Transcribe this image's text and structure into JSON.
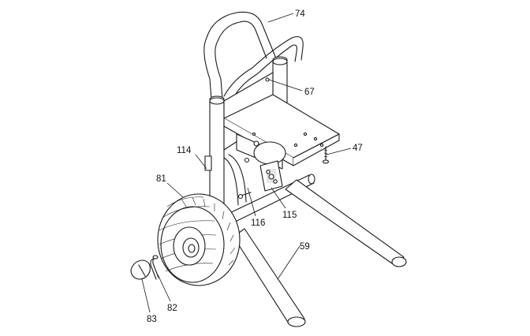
{
  "diagram": {
    "callouts": [
      {
        "id": "74",
        "part": "handle"
      },
      {
        "id": "67",
        "part": "frame-cart"
      },
      {
        "id": "47",
        "part": "screw"
      },
      {
        "id": "114",
        "part": "frame-brace"
      },
      {
        "id": "81",
        "part": "wheel"
      },
      {
        "id": "116",
        "part": "bolt"
      },
      {
        "id": "115",
        "part": "clamp-block"
      },
      {
        "id": "59",
        "part": "rear-leg"
      },
      {
        "id": "82",
        "part": "cotter-pin"
      },
      {
        "id": "83",
        "part": "hub-cap"
      }
    ]
  },
  "colors": {
    "line": "#1a1a1a",
    "background": "#ffffff",
    "shade": "#e6e6e6"
  }
}
